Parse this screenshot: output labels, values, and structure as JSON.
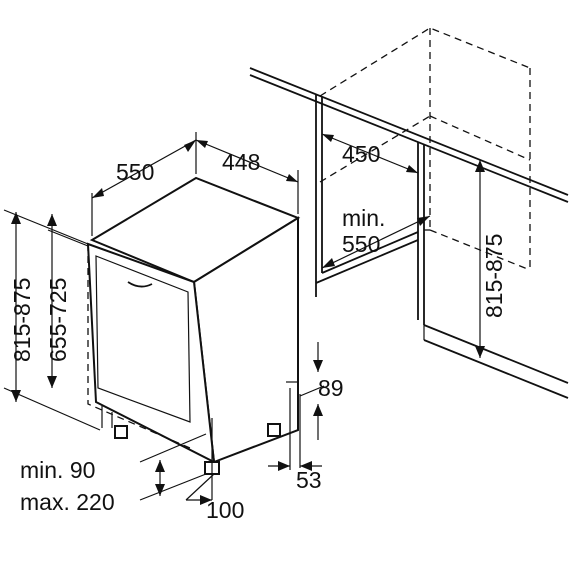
{
  "dimensions": {
    "width_front": "550",
    "depth_side": "448",
    "niche_depth": "450",
    "min_label": "min.",
    "niche_width_min": "550",
    "niche_height": "815-875",
    "total_height": "815-875",
    "body_height": "655-725",
    "plinth_height": "89",
    "plinth_depth": "53",
    "plinth_min": "min. 90",
    "plinth_max": "max. 220",
    "base_depth": "100"
  }
}
